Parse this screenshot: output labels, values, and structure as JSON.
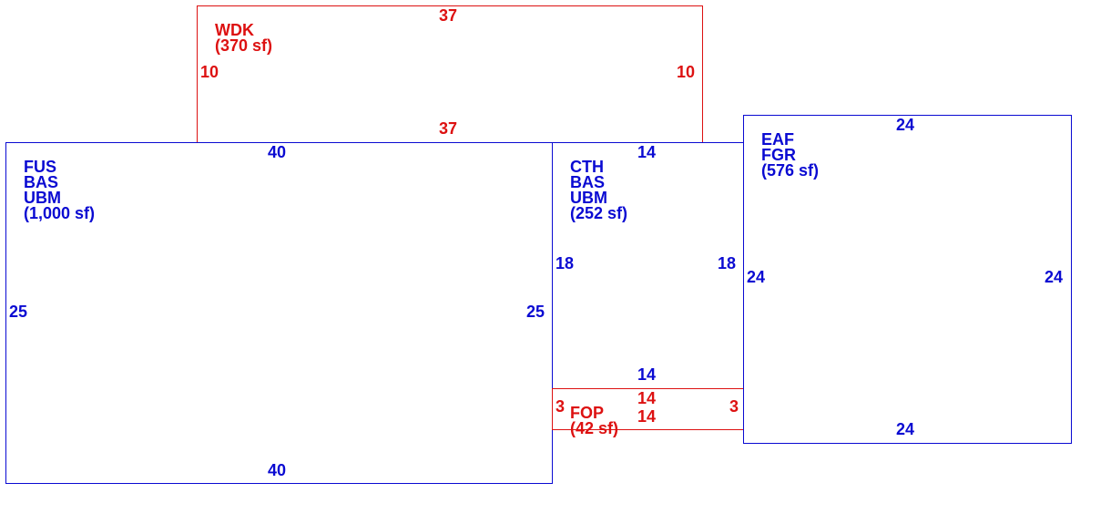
{
  "colors": {
    "living": "#0a0ad2",
    "exterior": "#dd1111"
  },
  "areas": {
    "wdk": {
      "codes": [
        "WDK"
      ],
      "area": "(370 sf)",
      "dims": {
        "top": "37",
        "bottom": "37",
        "left": "10",
        "right": "10"
      }
    },
    "fus": {
      "codes": [
        "FUS",
        "BAS",
        "UBM"
      ],
      "area": "(1,000 sf)",
      "dims": {
        "top": "40",
        "bottom": "40",
        "left": "25",
        "right": "25"
      }
    },
    "cth": {
      "codes": [
        "CTH",
        "BAS",
        "UBM"
      ],
      "area": "(252 sf)",
      "dims": {
        "top": "14",
        "bottom": "14",
        "left": "18",
        "right": "18"
      }
    },
    "eaf": {
      "codes": [
        "EAF",
        "FGR"
      ],
      "area": "(576 sf)",
      "dims": {
        "top": "24",
        "bottom": "24",
        "left": "24",
        "right": "24"
      }
    },
    "fop": {
      "codes": [
        "FOP"
      ],
      "area": "(42 sf)",
      "dims": {
        "top": "14",
        "bottom": "14",
        "left": "3",
        "right": "3"
      }
    }
  }
}
